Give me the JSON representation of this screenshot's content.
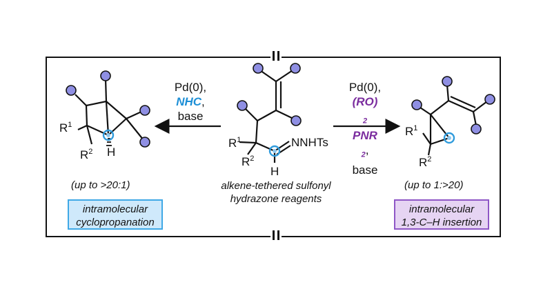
{
  "conditions_left": {
    "line1": "Pd(0),",
    "line2": "NHC",
    "line2_suffix": ",",
    "line3": "base"
  },
  "conditions_right": {
    "line1": "Pd(0),",
    "line2_a": "(RO)",
    "line2_sub1": "2",
    "line2_b": "PNR",
    "line2_sub2": "2",
    "line2_suffix": ",",
    "line3": "base"
  },
  "labels": {
    "r1": "R",
    "r1_sup": "1",
    "r2": "R",
    "r2_sup": "2",
    "h": "H",
    "nnhts": "NNHTs"
  },
  "ratio_left": "(up to >20:1)",
  "ratio_right": "(up to 1:>20)",
  "center_caption": {
    "line1": "alkene-tethered sulfonyl",
    "line2": "hydrazone reagents"
  },
  "box_left": {
    "line1": "intramolecular",
    "line2": "cyclopropanation"
  },
  "box_right": {
    "line1": "intramolecular",
    "line2": "1,3-C–H insertion"
  },
  "colors": {
    "substituent_circle": "#8f8fe3",
    "highlight_circle": "#2f9bdc",
    "nhc": "#1d8fd6",
    "phosphoramidite": "#7a2c9e",
    "box_left_fill": "#cfe9fb",
    "box_right_fill": "#e6d4f3"
  }
}
